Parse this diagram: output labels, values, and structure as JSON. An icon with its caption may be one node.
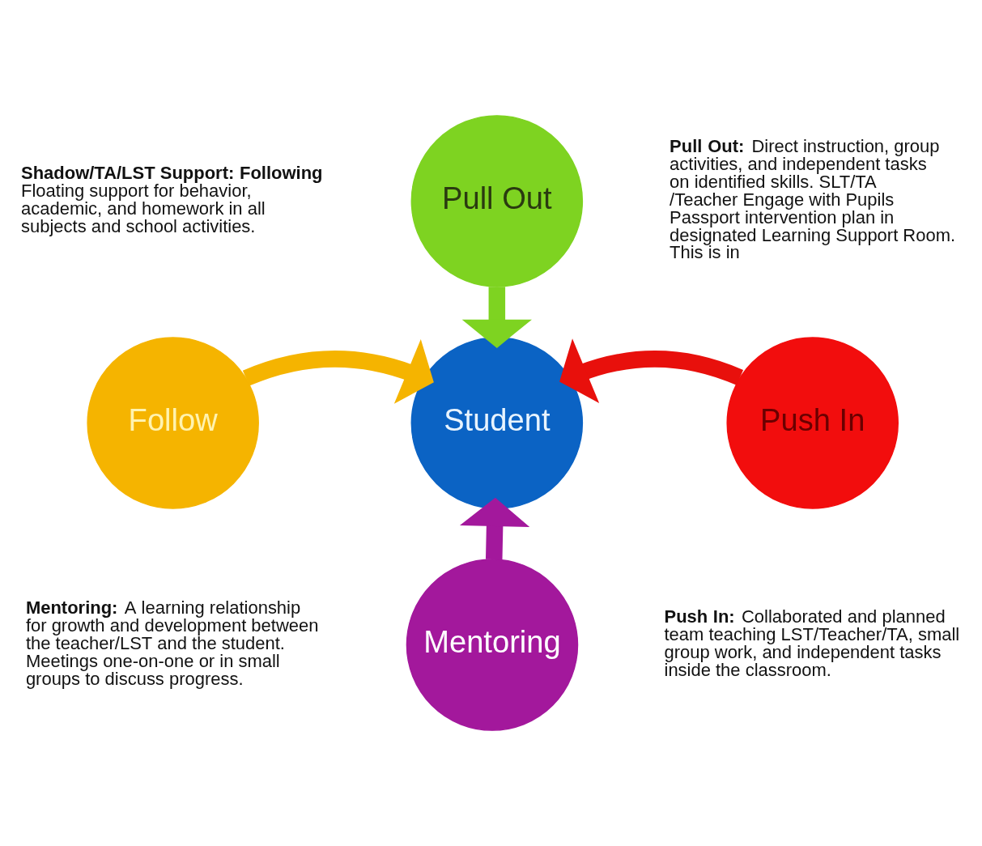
{
  "diagram": {
    "nodes": [
      {
        "text": [
          "Pull Out"
        ]
      },
      {
        "text": [
          "Student"
        ]
      },
      {
        "text": [
          "Follow"
        ]
      },
      {
        "text": [
          "Push In"
        ]
      },
      {
        "text": [
          "Mentoring"
        ]
      }
    ],
    "edges": [
      {
        "from": 0,
        "to": 1,
        "arrow": "to",
        "color": "#7ed321"
      },
      {
        "from": 2,
        "to": 1,
        "arrow": "to",
        "color": "#f5b400"
      },
      {
        "from": 3,
        "to": 1,
        "arrow": "to",
        "color": "#e8100c"
      },
      {
        "from": 4,
        "to": 1,
        "arrow": "to",
        "color": "#a3189c"
      }
    ],
    "labels": [
      "**Pull Out:** Direct instruction, group activities, and independent tasks on identified skills. SLT/TA /Teacher Engage with Pupils Passport intervention plan in designated Learning Support Room. This is in",
      "**Shadow/TA/LST Support: Following** Floating support for behavior, academic, and homework in all subjects and school activities.",
      "**Push In:** Collaborated and planned team teaching LST/Teacher/TA, small group work, and independent tasks inside the classroom.",
      "**Mentoring:** A learning relationship for growth and development between the teacher/LST and the student. Meetings one-on-one or in small groups to discuss progress."
    ]
  }
}
